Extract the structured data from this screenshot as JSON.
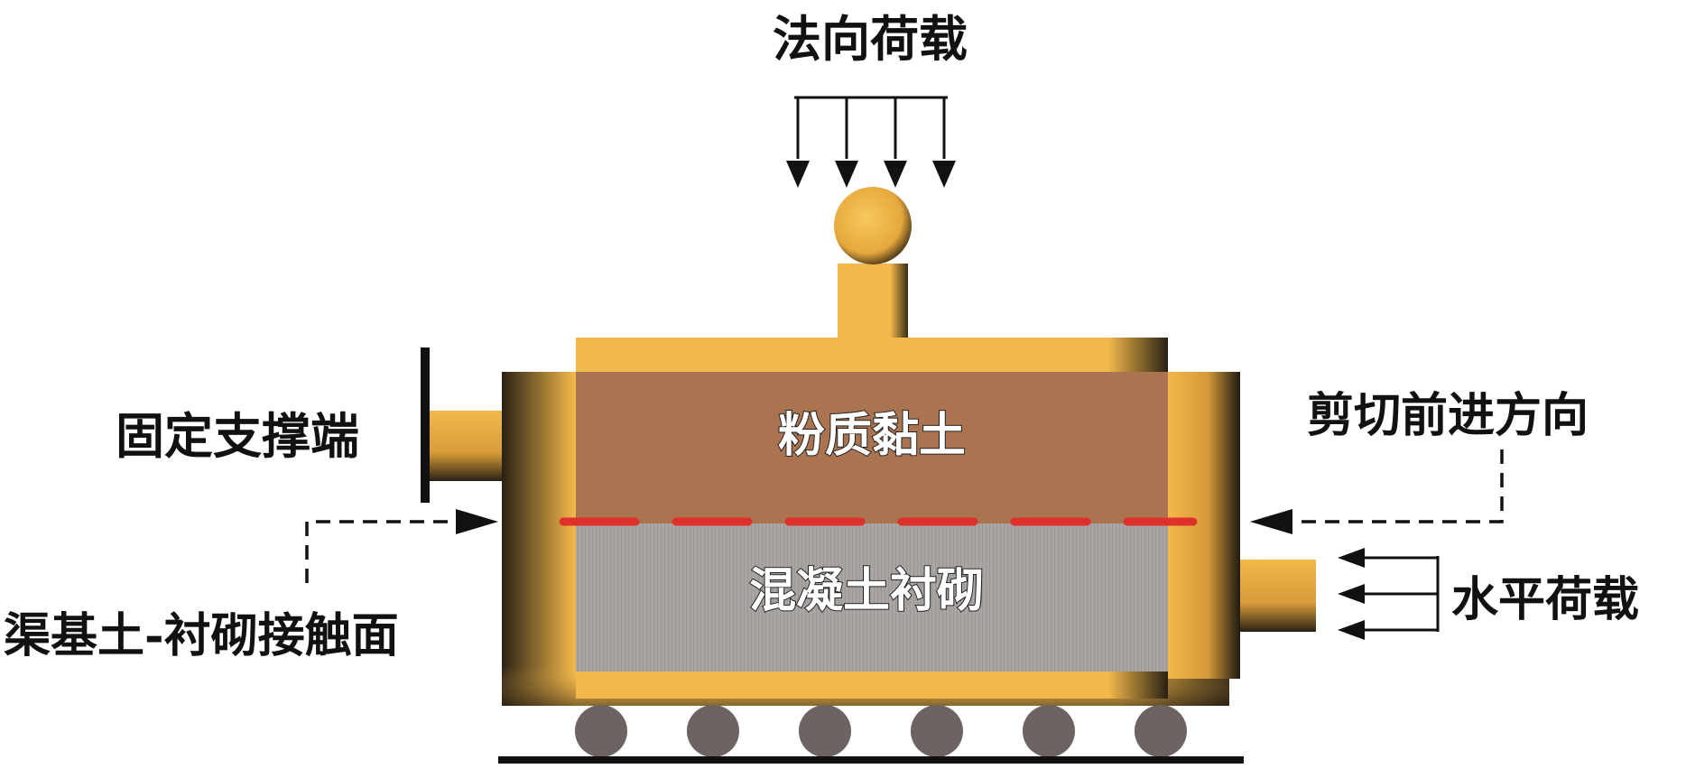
{
  "labels": {
    "normal_load": "法向荷载",
    "fixed_support": "固定支撑端",
    "silty_clay": "粉质黏土",
    "concrete_lining": "混凝土衬砌",
    "shear_direction": "剪切前进方向",
    "interface": "渠基土-衬砌接触面",
    "horizontal_load": "水平荷载"
  },
  "colors": {
    "box_yellow": "#f2b84b",
    "box_shadow": "#1f1a12",
    "soil": "#a9744f",
    "concrete": "#a8a3a1",
    "interface_line": "#e0302c",
    "roller": "#6d6462"
  },
  "rollers": {
    "count": 6
  },
  "normal_load_arrows": {
    "count": 4
  },
  "horizontal_load_arrows": {
    "count": 3
  }
}
